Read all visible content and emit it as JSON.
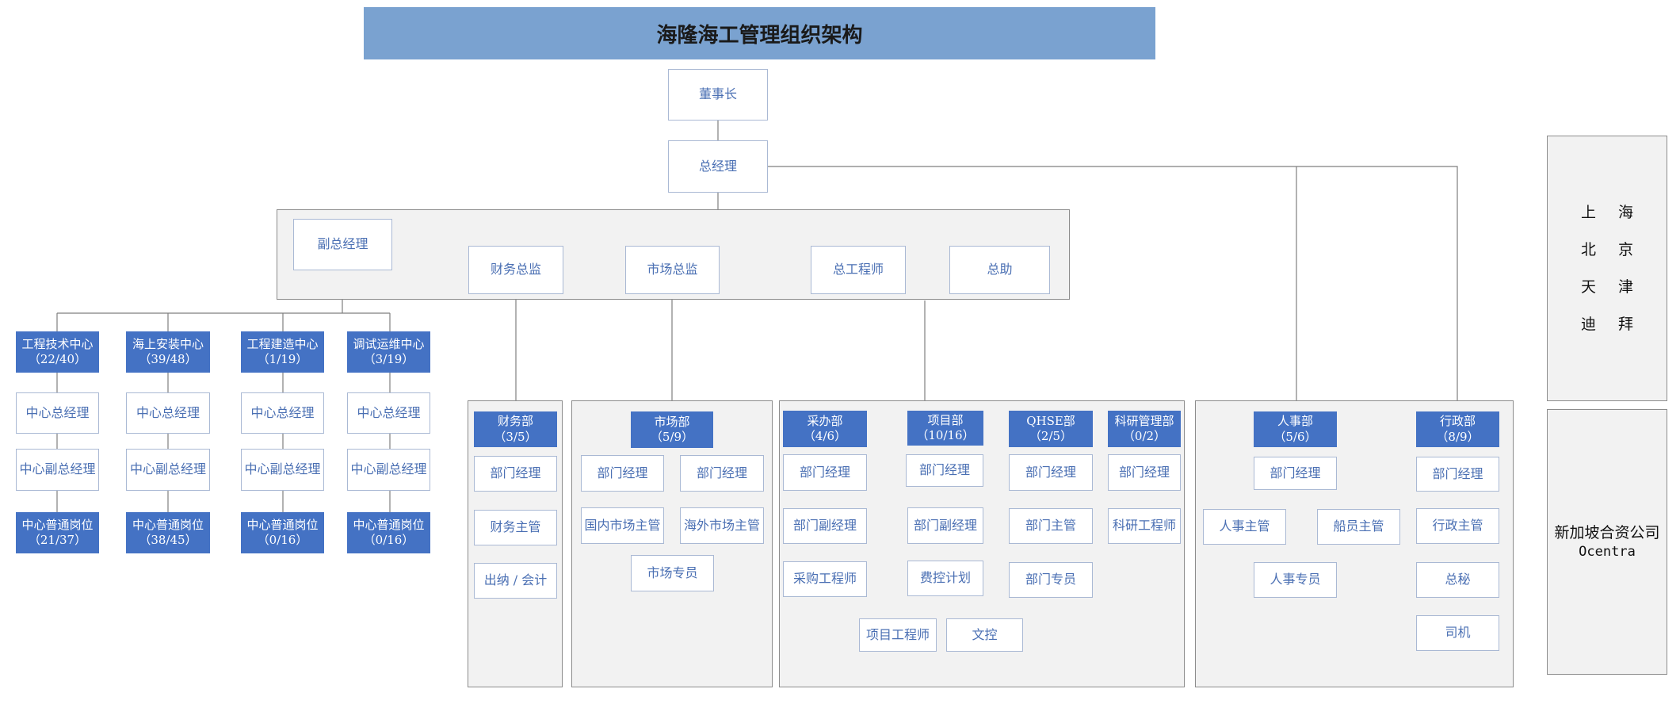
{
  "title": "海隆海工管理组织架构",
  "side_panels": {
    "cities": [
      "上 海",
      "北 京",
      "天 津",
      "迪 拜"
    ],
    "company_cn": "新加坡合资公司",
    "company_en": "Ocentra"
  },
  "colors": {
    "dark_box": "#4472c4",
    "title_bar": "#7aa2d0",
    "panel_bg": "#f2f2f2",
    "box_text": "#4a6fb3"
  },
  "nodes": {
    "chairman": "董事长",
    "gm": "总经理",
    "deputy_gm": "副总经理",
    "cfo": "财务总监",
    "cmo": "市场总监",
    "chief_engineer": "总工程师",
    "assistant": "总助",
    "centers": [
      {
        "name": "工程技术中心",
        "count": "（22/40）",
        "manager": "中心总经理",
        "deputy": "中心副总经理",
        "post": "中心普通岗位",
        "post_count": "（21/37）"
      },
      {
        "name": "海上安装中心",
        "count": "（39/48）",
        "manager": "中心总经理",
        "deputy": "中心副总经理",
        "post": "中心普通岗位",
        "post_count": "（38/45）"
      },
      {
        "name": "工程建造中心",
        "count": "（1/19）",
        "manager": "中心总经理",
        "deputy": "中心副总经理",
        "post": "中心普通岗位",
        "post_count": "（0/16）"
      },
      {
        "name": "调试运维中心",
        "count": "（3/19）",
        "manager": "中心总经理",
        "deputy": "中心副总经理",
        "post": "中心普通岗位",
        "post_count": "（0/16）"
      }
    ],
    "finance": {
      "name": "财务部",
      "count": "（3/5）",
      "items": [
        "部门经理",
        "财务主管",
        "出纳 / 会计"
      ]
    },
    "market": {
      "name": "市场部",
      "count": "（5/9）",
      "mgr_left": "部门经理",
      "mgr_right": "部门经理",
      "domestic": "国内市场主管",
      "overseas": "海外市场主管",
      "specialist": "市场专员"
    },
    "procurement": {
      "name": "采办部",
      "count": "（4/6）",
      "items": [
        "部门经理",
        "部门副经理",
        "采购工程师"
      ]
    },
    "project": {
      "name": "项目部",
      "count": "（10/16）",
      "manager": "部门经理",
      "deputy": "部门副经理",
      "cost": "费控计划",
      "engineer": "项目工程师",
      "doc": "文控"
    },
    "qhse": {
      "name": "QHSE部",
      "count": "（2/5）",
      "items": [
        "部门经理",
        "部门主管",
        "部门专员"
      ]
    },
    "research": {
      "name": "科研管理部",
      "count": "（0/2）",
      "items": [
        "部门经理",
        "科研工程师"
      ]
    },
    "hr": {
      "name": "人事部",
      "count": "（5/6）",
      "manager": "部门经理",
      "supervisor": "人事主管",
      "crew": "船员主管",
      "specialist": "人事专员"
    },
    "admin": {
      "name": "行政部",
      "count": "（8/9）",
      "items": [
        "部门经理",
        "行政主管",
        "总秘",
        "司机"
      ]
    }
  }
}
